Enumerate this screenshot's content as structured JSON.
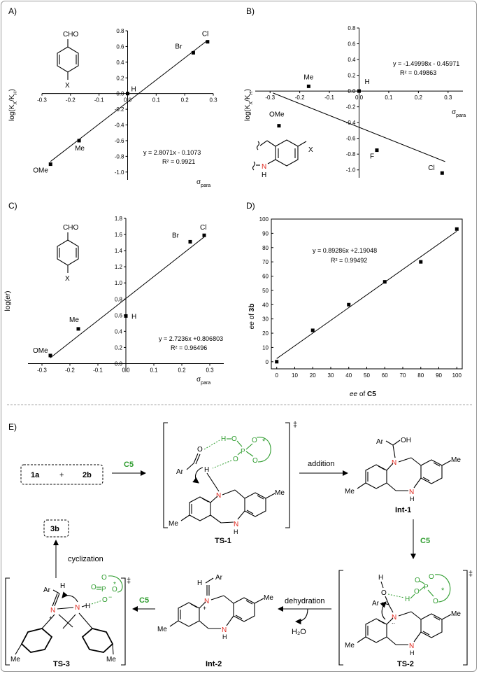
{
  "panels": {
    "A": "A)",
    "B": "B)",
    "C": "C)",
    "D": "D)",
    "E": "E)"
  },
  "colors": {
    "accent_green": "#2e9c2e",
    "nitrogen_red": "#e0281e",
    "points": "#000000"
  },
  "chart_data": [
    {
      "panel": "A)",
      "type": "scatter",
      "xlabel": "σpara",
      "ylabel": "log(KX/KH)",
      "xlim": [
        -0.3,
        0.3
      ],
      "ylim": [
        -1.1,
        0.8
      ],
      "xticks": [
        "-0.3",
        "-0.2",
        "-0.1",
        "0.0",
        "0.1",
        "0.2",
        "0.3"
      ],
      "yticks": [
        "0.8",
        "0.6",
        "0.4",
        "0.2",
        "0.0",
        "-0.2",
        "-0.4",
        "-0.6",
        "-0.8",
        "-1.0"
      ],
      "points": [
        {
          "label": "OMe",
          "x": -0.27,
          "y": -0.9
        },
        {
          "label": "Me",
          "x": -0.17,
          "y": -0.6
        },
        {
          "label": "H",
          "x": 0.0,
          "y": 0.0
        },
        {
          "label": "Br",
          "x": 0.23,
          "y": 0.52
        },
        {
          "label": "Cl",
          "x": 0.28,
          "y": 0.66
        }
      ],
      "fit": {
        "slope": 2.8071,
        "intercept": -0.1073
      },
      "equation": "y = 2.8071x - 0.1073",
      "r2": "R² = 0.9921",
      "structure_labels": [
        "CHO",
        "X"
      ]
    },
    {
      "panel": "B)",
      "type": "scatter",
      "xlabel": "σpara",
      "ylabel": "log(KX/KH)",
      "xlim": [
        -0.35,
        0.35
      ],
      "ylim": [
        -1.1,
        0.8
      ],
      "xticks": [
        "-0.3",
        "-0.2",
        "-0.1",
        "0.0",
        "0.1",
        "0.2",
        "0.3"
      ],
      "yticks": [
        "0.8",
        "0.6",
        "0.4",
        "0.2",
        "0.0",
        "-0.2",
        "-0.4",
        "-0.6",
        "-0.8",
        "-1.0"
      ],
      "points": [
        {
          "label": "OMe",
          "x": -0.27,
          "y": -0.44
        },
        {
          "label": "Me",
          "x": -0.17,
          "y": 0.06
        },
        {
          "label": "H",
          "x": 0.0,
          "y": 0.0
        },
        {
          "label": "F",
          "x": 0.06,
          "y": -0.75
        },
        {
          "label": "Cl",
          "x": 0.28,
          "y": -1.04
        }
      ],
      "fit": {
        "slope": -1.49998,
        "intercept": -0.45971
      },
      "equation": "y = -1.49998x - 0.45971",
      "r2": "R² = 0.49863",
      "structure_labels": [
        "X",
        "N",
        "H"
      ]
    },
    {
      "panel": "C)",
      "type": "scatter",
      "xlabel": "σpara",
      "ylabel": "log(er)",
      "xlim": [
        -0.35,
        0.35
      ],
      "ylim": [
        -0.1,
        1.8
      ],
      "xticks": [
        "-0.3",
        "-0.2",
        "-0.1",
        "0.0",
        "0.1",
        "0.2",
        "0.3"
      ],
      "yticks": [
        "1.8",
        "1.6",
        "1.4",
        "1.2",
        "1.0",
        "0.8",
        "0.6",
        "0.4",
        "0.2",
        "0.0"
      ],
      "points": [
        {
          "label": "OMe",
          "x": -0.27,
          "y": 0.1
        },
        {
          "label": "Me",
          "x": -0.17,
          "y": 0.43
        },
        {
          "label": "H",
          "x": 0.0,
          "y": 0.59
        },
        {
          "label": "Br",
          "x": 0.23,
          "y": 1.51
        },
        {
          "label": "Cl",
          "x": 0.28,
          "y": 1.59
        }
      ],
      "fit": {
        "slope": 2.7236,
        "intercept": 0.806803
      },
      "equation": "y = 2.7236x +0.806803",
      "r2": "R² = 0.96496",
      "structure_labels": [
        "CHO",
        "X"
      ]
    },
    {
      "panel": "D)",
      "type": "scatter",
      "xlabel": "ee of C5",
      "ylabel": "ee of 3b",
      "xlim": [
        -3,
        103
      ],
      "ylim": [
        -5,
        100
      ],
      "xticks": [
        "0",
        "10",
        "20",
        "30",
        "40",
        "50",
        "60",
        "70",
        "80",
        "90",
        "100"
      ],
      "yticks": [
        "0",
        "10",
        "20",
        "30",
        "40",
        "50",
        "60",
        "70",
        "80",
        "90",
        "100"
      ],
      "points": [
        {
          "x": 0,
          "y": 0
        },
        {
          "x": 20,
          "y": 22
        },
        {
          "x": 40,
          "y": 40
        },
        {
          "x": 60,
          "y": 56
        },
        {
          "x": 80,
          "y": 70
        },
        {
          "x": 100,
          "y": 93
        }
      ],
      "fit": {
        "slope": 0.89286,
        "intercept": 2.19048
      },
      "equation": "y = 0.89286x +2.19048",
      "r2": "R² = 0.99492"
    }
  ],
  "scheme": {
    "reactant_a": "1a",
    "plus": "+",
    "reactant_b": "2b",
    "catalyst": "C5",
    "product": "3b",
    "step_addition": "addition",
    "step_dehydration": "dehydration",
    "step_cyclization": "cyclization",
    "water": "H₂O",
    "dagger": "‡",
    "ts1": "TS-1",
    "int1": "Int-1",
    "ts2": "TS-2",
    "int2": "Int-2",
    "ts3": "TS-3",
    "ar": "Ar",
    "me": "Me",
    "oh": "OH",
    "n": "N",
    "h": "H",
    "o": "O",
    "p": "P",
    "star": "*",
    "plus_charge": "+",
    "minus_charge": "−"
  }
}
